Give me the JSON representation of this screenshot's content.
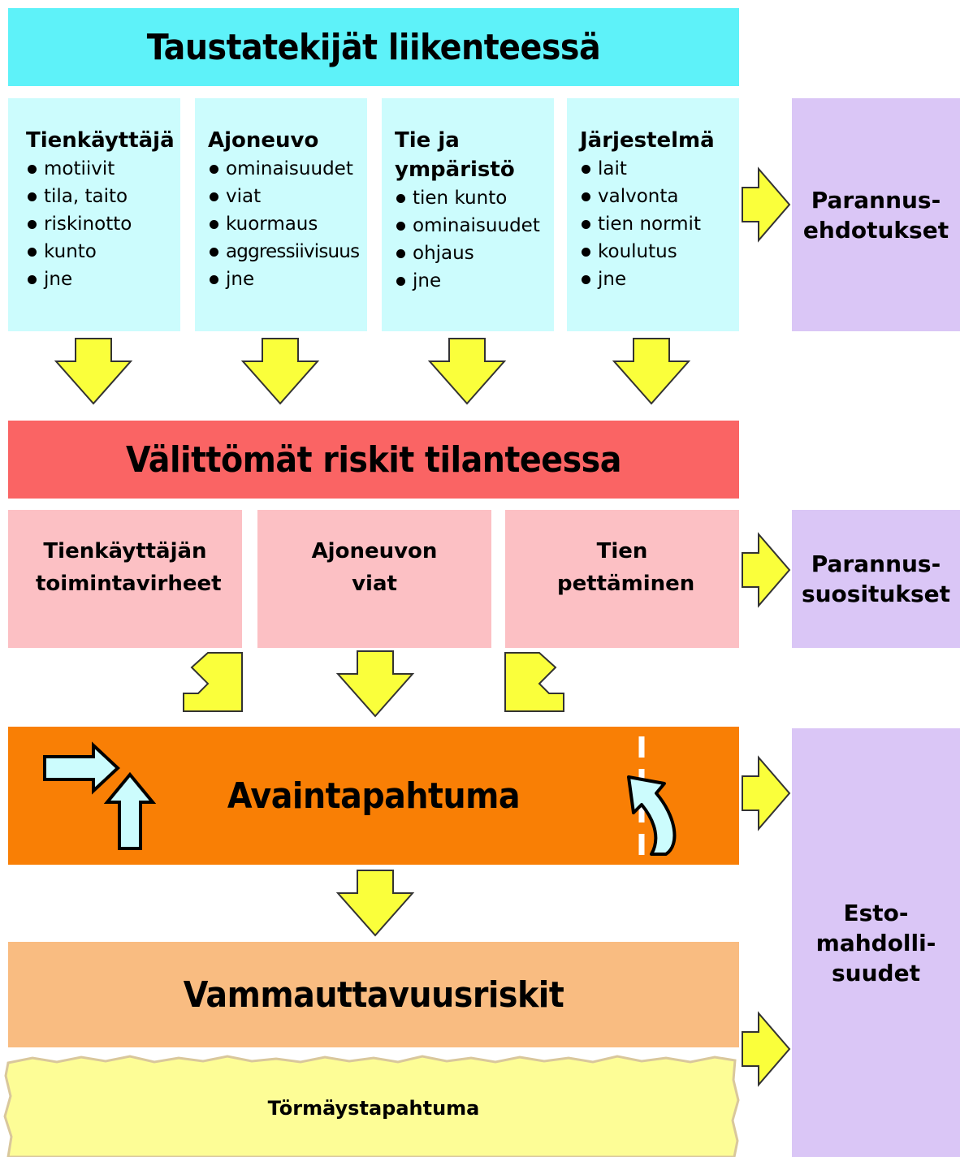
{
  "background_title": "Taustatekijät liikenteessä",
  "categories": [
    {
      "title": "Tienkäyttäjä",
      "items": [
        "motiivit",
        "tila, taito",
        "riskinotto",
        "kunto",
        "jne"
      ]
    },
    {
      "title": "Ajoneuvo",
      "items": [
        "ominaisuudet",
        "viat",
        "kuormaus",
        "aggressiivisuus",
        "jne"
      ]
    },
    {
      "title": "Tie ja ympäristö",
      "items": [
        "tien kunto",
        "ominaisuudet",
        "ohjaus",
        "jne"
      ]
    },
    {
      "title": "Järjestelmä",
      "items": [
        "lait",
        "valvonta",
        "tien normit",
        "koulutus",
        "jne"
      ]
    }
  ],
  "immediate_title": "Välittömät riskit tilanteessa",
  "risks": [
    "Tienkäyttäjän toimintavirheet",
    "Ajoneuvon viat",
    "Tien pettäminen"
  ],
  "key_event": "Avaintapahtuma",
  "injury_title": "Vammauttavuusriskit",
  "collision": "Törmäystapahtuma",
  "side": {
    "improvements": "Parannus-\nehdotukset",
    "recommendations": "Parannus-\nsuositukset",
    "prevention": "Esto-\nmahdolli-\nsuudet"
  },
  "colors": {
    "cyan": "#5ef2f9",
    "light_cyan": "#ccfcfd",
    "red": "#fa6464",
    "pink": "#fcc0c4",
    "orange": "#f97f05",
    "peach": "#f9bc81",
    "lavender": "#dac6f6",
    "arrow_yellow": "#faff3b",
    "torn_yellow": "#fdfd96"
  }
}
